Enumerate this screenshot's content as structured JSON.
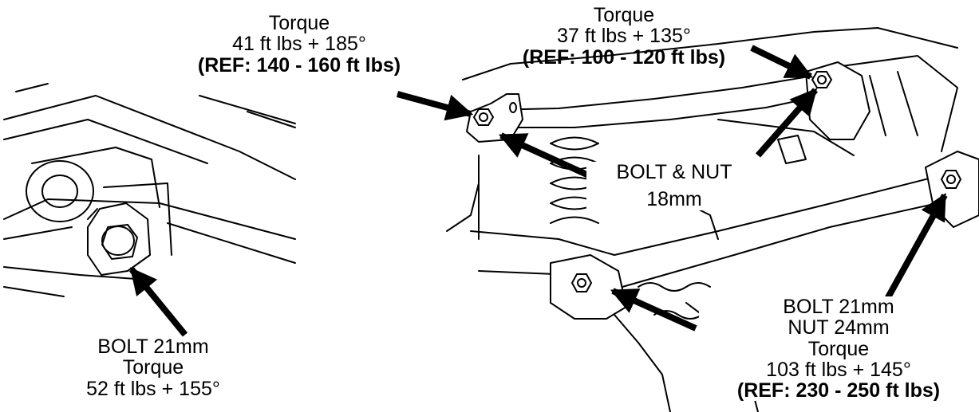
{
  "labels": {
    "left_bolt": {
      "line1": "BOLT 21mm",
      "line2": "Torque",
      "line3": "52 ft lbs + 155°"
    },
    "top_left": {
      "line1": "Torque",
      "line2": "41 ft lbs + 185°",
      "ref": "(REF: 140 - 160 ft lbs)"
    },
    "top_right": {
      "line1": "Torque",
      "line2": "37 ft lbs + 135°",
      "ref": "(REF: 100 - 120 ft lbs)"
    },
    "bolt_nut": {
      "line1": "BOLT & NUT",
      "line2": "18mm"
    },
    "bottom_right": {
      "line1": "BOLT 21mm",
      "line2": "NUT 24mm",
      "line3": "Torque",
      "line4": "103 ft lbs + 145°",
      "ref": "(REF: 230 - 250 ft lbs)"
    }
  },
  "colors": {
    "ink": "#000000",
    "paper": "#ffffff"
  }
}
